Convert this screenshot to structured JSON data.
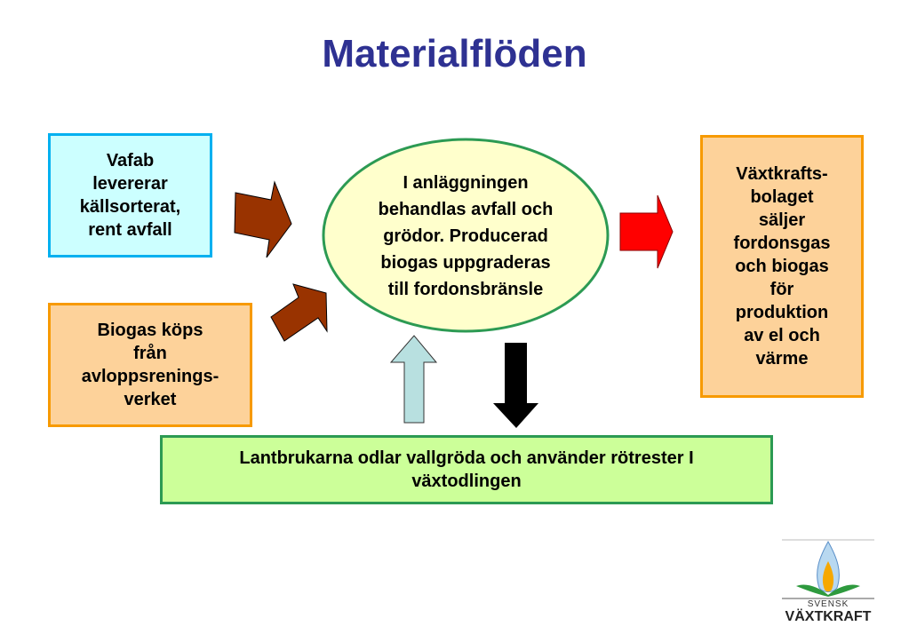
{
  "title": "Materialflöden",
  "boxes": {
    "vafab": "Vafab levererar källsorterat, rent avfall",
    "biogas": "Biogas köps från avloppsrenings-verket",
    "center": "I anläggningen behandlas avfall och grödor. Producerad biogas uppgraderas till fordonsbränsle",
    "vaxtkraft": "Växtkrafts-bolaget säljer fordonsgas och biogas för produktion av el och värme",
    "lantbrukarna": "Lantbrukarna odlar vallgröda och använder rötrester I växtodlingen"
  },
  "logo": {
    "line1": "SVENSK",
    "line2": "VÄXTKRAFT"
  },
  "colors": {
    "title": "#2e3192",
    "arrow_brown": "#993300",
    "arrow_red": "#ff0000",
    "arrow_lightblue": "#b8e0e0",
    "arrow_black": "#000000",
    "ellipse_fill": "#ffffcc",
    "ellipse_border": "#2c9a53"
  }
}
